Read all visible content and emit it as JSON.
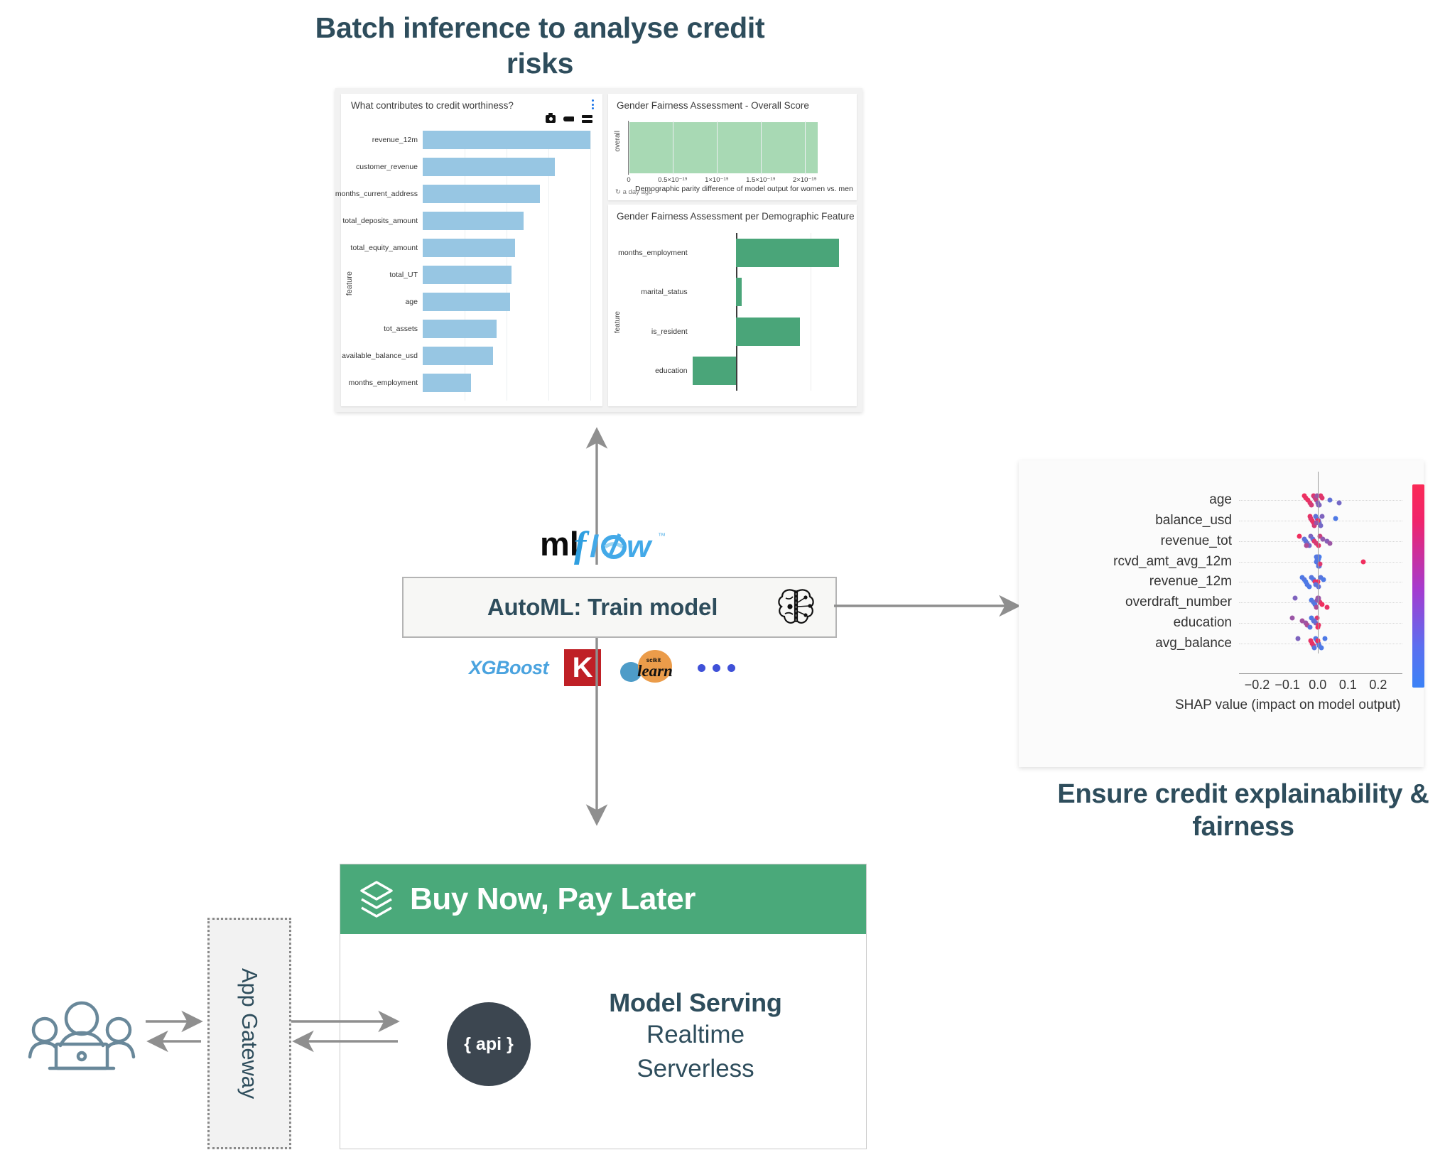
{
  "headings": {
    "batch": "Batch inference to analyse credit risks",
    "explain": "Ensure credit explainability & fairness"
  },
  "colors": {
    "heading": "#2e4d5c",
    "bar_blue": "#97c6e3",
    "green_light": "#a8d9b4",
    "green_dark": "#4aa579",
    "bnpl_green": "#4aa97a",
    "arrow_gray": "#8f8f8f",
    "api_circle": "#3c4650"
  },
  "dashboard": {
    "feature_panel": {
      "title": "What contributes to credit worthiness?",
      "yaxis_label": "feature",
      "toolbar_icons": [
        "camera-icon",
        "zoom-icon",
        "list-icon"
      ],
      "menu_icon": "kebab-menu-icon",
      "chart_data": {
        "type": "bar",
        "title": "What contributes to credit worthiness?",
        "orientation": "horizontal",
        "categories": [
          "revenue_12m",
          "customer_revenue",
          "months_current_address",
          "total_deposits_amount",
          "total_equity_amount",
          "total_UT",
          "age",
          "tot_assets",
          "available_balance_usd",
          "months_employment"
        ],
        "values": [
          1.0,
          0.79,
          0.7,
          0.6,
          0.55,
          0.53,
          0.52,
          0.44,
          0.42,
          0.29
        ],
        "xlabel": "",
        "ylabel": "feature",
        "grid": true
      }
    },
    "overall_panel": {
      "title": "Gender Fairness Assessment - Overall Score",
      "yaxis_label": "overall",
      "xaxis_caption": "Demographic parity difference of model output for women vs. men",
      "refresh_icon": "refresh-icon",
      "timestamp": "a day ago",
      "chart_data": {
        "type": "bar",
        "title": "Gender Fairness Assessment - Overall Score",
        "orientation": "horizontal",
        "categories": [
          "overall"
        ],
        "values": [
          2.15
        ],
        "tick_labels": [
          "0",
          "0.5×10⁻¹⁹",
          "1×10⁻¹⁹",
          "1.5×10⁻¹⁹",
          "2×10⁻¹⁹"
        ],
        "tick_values": [
          0,
          0.5,
          1.0,
          1.5,
          2.0
        ],
        "xlim": [
          0,
          2.3
        ],
        "xlabel": "Demographic parity difference of model output for women vs. men",
        "ylabel": "overall"
      }
    },
    "perfeature_panel": {
      "title": "Gender Fairness Assessment per Demographic Feature",
      "yaxis_label": "feature",
      "chart_data": {
        "type": "bar",
        "title": "Gender Fairness Assessment per Demographic Feature",
        "orientation": "horizontal",
        "diverging": true,
        "categories": [
          "months_employment",
          "marital_status",
          "is_resident",
          "education"
        ],
        "values": [
          1.0,
          0.055,
          0.62,
          -0.42
        ],
        "xlim": [
          -0.55,
          1.1
        ],
        "xlabel": "",
        "ylabel": "feature"
      }
    }
  },
  "mlflow": {
    "logo_text_1": "ml",
    "logo_text_2": "flow",
    "trademark": "™"
  },
  "automl": {
    "label": "AutoML: Train model",
    "icon": "brain-icon",
    "frameworks": [
      {
        "name": "XGBoost",
        "icon": "xgboost-logo"
      },
      {
        "name": "K",
        "icon": "keras-logo"
      },
      {
        "name": "learn",
        "sub": "scikit",
        "icon": "scikit-learn-logo"
      },
      {
        "name": "...",
        "icon": "ellipsis-icon"
      }
    ]
  },
  "shap": {
    "xlabel": "SHAP value (impact on model output)",
    "features": [
      "age",
      "balance_usd",
      "revenue_tot",
      "rcvd_amt_avg_12m",
      "revenue_12m",
      "overdraft_number",
      "education",
      "avg_balance"
    ],
    "chart_data": {
      "type": "scatter",
      "subtype": "beeswarm",
      "title": "",
      "xlabel": "SHAP value (impact on model output)",
      "ylabel": "",
      "features": [
        "age",
        "balance_usd",
        "revenue_tot",
        "rcvd_amt_avg_12m",
        "revenue_12m",
        "overdraft_number",
        "education",
        "avg_balance"
      ],
      "tick_labels": [
        "−0.2",
        "−0.1",
        "0.0",
        "0.1",
        "0.2"
      ],
      "tick_values": [
        -0.2,
        -0.1,
        0.0,
        0.1,
        0.2
      ],
      "xlim": [
        -0.26,
        0.28
      ],
      "colorbar": {
        "high_color": "#fa2a56",
        "low_color": "#3b82f6"
      },
      "series": [
        {
          "name": "age",
          "x": [
            -0.045,
            -0.04,
            -0.032,
            -0.026,
            -0.02,
            -0.014,
            -0.009,
            -0.004,
            0.0,
            0.004,
            0.009,
            0.014,
            0.04,
            0.072,
            0.005,
            -0.002
          ],
          "c": [
            0.95,
            0.9,
            0.92,
            0.88,
            0.8,
            0.85,
            0.7,
            0.75,
            0.4,
            0.45,
            0.9,
            0.85,
            0.2,
            0.3,
            0.35,
            0.5
          ]
        },
        {
          "name": "balance_usd",
          "x": [
            -0.026,
            -0.022,
            -0.018,
            -0.014,
            -0.01,
            -0.006,
            -0.002,
            0.002,
            0.006,
            0.01,
            0.015,
            0.06,
            0.0,
            -0.004
          ],
          "c": [
            0.9,
            0.85,
            0.88,
            0.92,
            0.8,
            0.2,
            0.15,
            0.1,
            0.25,
            0.3,
            0.35,
            0.1,
            0.95,
            0.5
          ]
        },
        {
          "name": "revenue_tot",
          "x": [
            -0.06,
            -0.045,
            -0.04,
            -0.034,
            -0.028,
            -0.022,
            -0.016,
            -0.01,
            -0.004,
            0.002,
            0.008,
            0.016,
            0.03,
            0.04,
            -0.038
          ],
          "c": [
            0.95,
            0.2,
            0.15,
            0.25,
            0.3,
            0.35,
            0.2,
            0.85,
            0.8,
            0.9,
            0.75,
            0.45,
            0.4,
            0.5,
            0.6
          ]
        },
        {
          "name": "rcvd_amt_avg_12m",
          "x": [
            -0.004,
            -0.002,
            0.0,
            0.002,
            0.004,
            0.006,
            0.0,
            -0.003,
            0.002,
            0.005,
            0.0,
            0.003,
            0.15,
            0.008
          ],
          "c": [
            0.1,
            0.12,
            0.08,
            0.15,
            0.1,
            0.05,
            0.2,
            0.12,
            0.1,
            0.18,
            0.15,
            0.1,
            0.95,
            0.85
          ]
        },
        {
          "name": "revenue_12m",
          "x": [
            -0.05,
            -0.045,
            -0.04,
            -0.034,
            -0.028,
            -0.02,
            -0.014,
            -0.008,
            -0.002,
            0.004,
            0.01,
            0.02,
            0.0,
            -0.006
          ],
          "c": [
            0.1,
            0.15,
            0.08,
            0.12,
            0.1,
            0.15,
            0.12,
            0.9,
            0.85,
            0.2,
            0.15,
            0.1,
            0.95,
            0.18
          ]
        },
        {
          "name": "overdraft_number",
          "x": [
            -0.075,
            -0.02,
            -0.014,
            -0.008,
            -0.004,
            0.0,
            0.004,
            0.008,
            0.014,
            0.03,
            0.002,
            -0.002
          ],
          "c": [
            0.35,
            0.1,
            0.15,
            0.12,
            0.6,
            0.55,
            0.9,
            0.85,
            0.95,
            0.9,
            0.5,
            0.45
          ]
        },
        {
          "name": "education",
          "x": [
            -0.085,
            -0.05,
            -0.04,
            -0.034,
            -0.026,
            -0.02,
            -0.014,
            -0.006,
            0.004,
            0.0,
            -0.002,
            -0.01
          ],
          "c": [
            0.5,
            0.55,
            0.5,
            0.6,
            0.15,
            0.1,
            0.12,
            0.35,
            0.9,
            0.95,
            0.85,
            0.2
          ]
        },
        {
          "name": "avg_balance",
          "x": [
            -0.065,
            -0.022,
            -0.018,
            -0.014,
            -0.01,
            -0.006,
            -0.002,
            0.002,
            0.006,
            0.012,
            0.024,
            0.0
          ],
          "c": [
            0.35,
            0.9,
            0.92,
            0.85,
            0.15,
            0.12,
            0.1,
            0.15,
            0.12,
            0.1,
            0.1,
            0.95
          ]
        }
      ]
    }
  },
  "bnpl": {
    "title": "Buy Now, Pay Later",
    "logo_icon": "layers-icon",
    "api_label": "{ api }",
    "serving_heading": "Model Serving",
    "serving_line_1": "Realtime",
    "serving_line_2": "Serverless"
  },
  "gateway": {
    "label": "App Gateway"
  },
  "users": {
    "icon": "users-group-icon"
  }
}
